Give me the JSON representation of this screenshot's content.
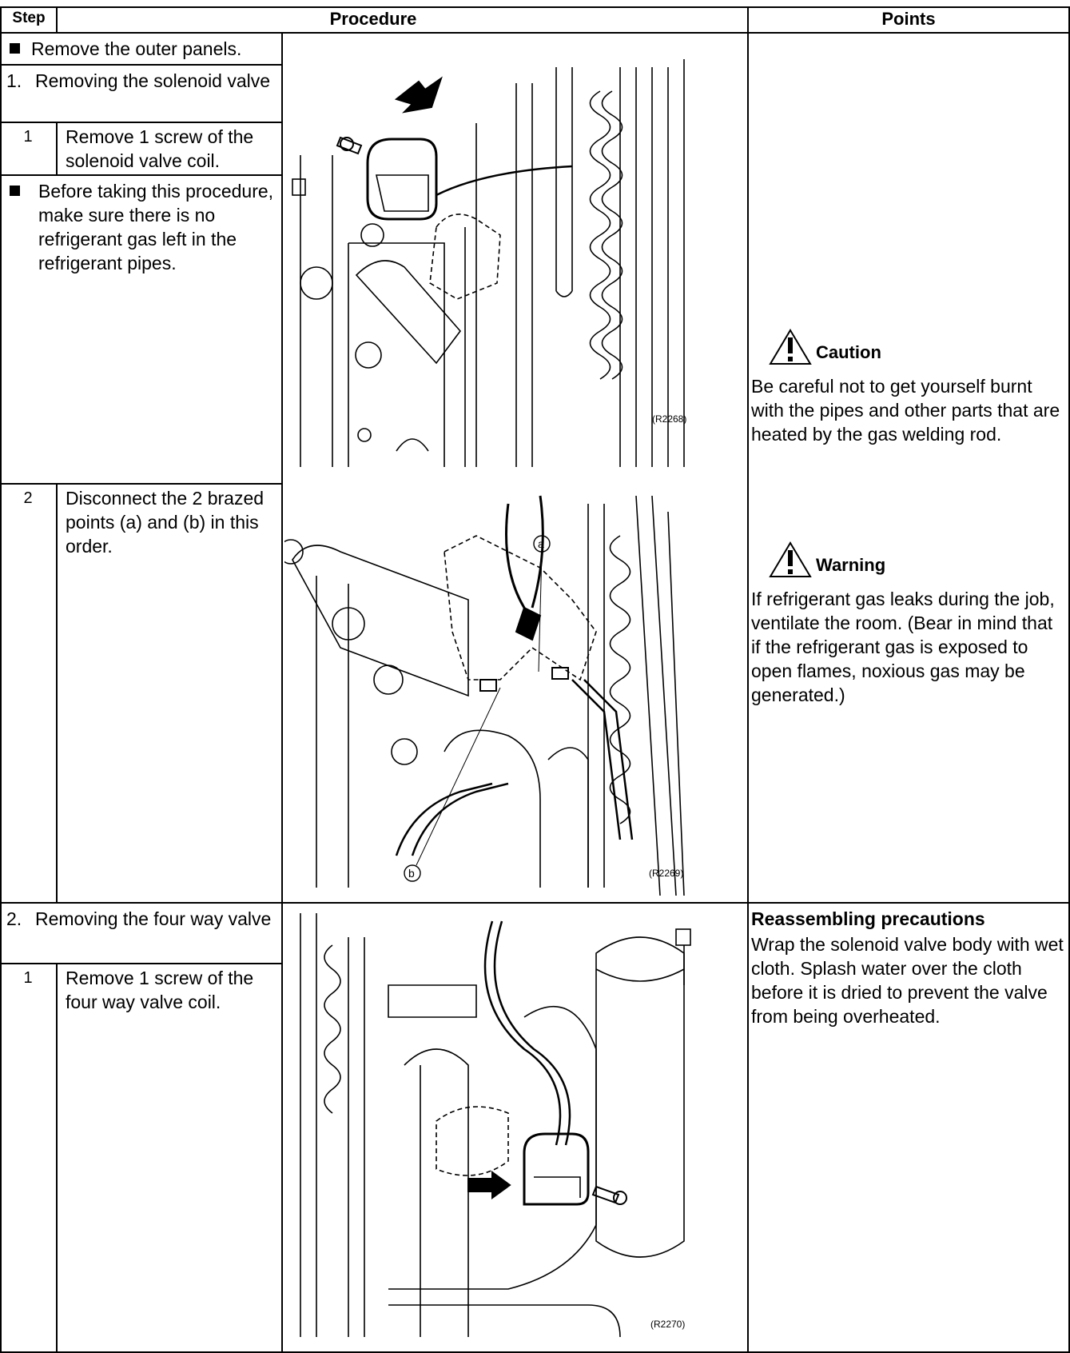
{
  "header": {
    "step": "Step",
    "procedure": "Procedure",
    "points": "Points"
  },
  "rows": {
    "outer_panels": "Remove the outer panels.",
    "sec1_num": "1.",
    "sec1_title": "Removing the solenoid valve",
    "s1_step1_num": "1",
    "s1_step1_text": "Remove 1 screw of the solenoid valve coil.",
    "before_note": "Before taking this procedure, make sure there is no refrigerant gas left in the refrigerant pipes.",
    "s1_step2_num": "2",
    "s1_step2_text": "Disconnect the 2 brazed points (a) and (b) in this order.",
    "sec2_num": "2.",
    "sec2_title": "Removing the four way valve",
    "s2_step1_num": "1",
    "s2_step1_text": "Remove 1 screw of the four way valve coil."
  },
  "figures": {
    "fig1_code": "(R2268)",
    "fig2_code": "(R2269)",
    "fig2_label_a": "a",
    "fig2_label_b": "b",
    "fig3_code": "(R2270)"
  },
  "points": {
    "caution_title": "Caution",
    "caution_text": "Be careful not to get yourself burnt with the pipes and other parts that are heated by the gas welding rod.",
    "warning_title": "Warning",
    "warning_text": "If refrigerant gas leaks during the job, ventilate the room. (Bear in mind that if the refrigerant gas is exposed to open flames, noxious gas may be generated.)",
    "reassembling_title": "Reassembling precautions",
    "reassembling_text": "Wrap the solenoid valve body with wet cloth. Splash water over the cloth before it is dried to prevent the valve from being overheated."
  },
  "icons": {
    "caution": "warning-triangle-icon",
    "bullet": "square-bullet-icon"
  },
  "colors": {
    "ink": "#000000",
    "paper": "#ffffff"
  }
}
